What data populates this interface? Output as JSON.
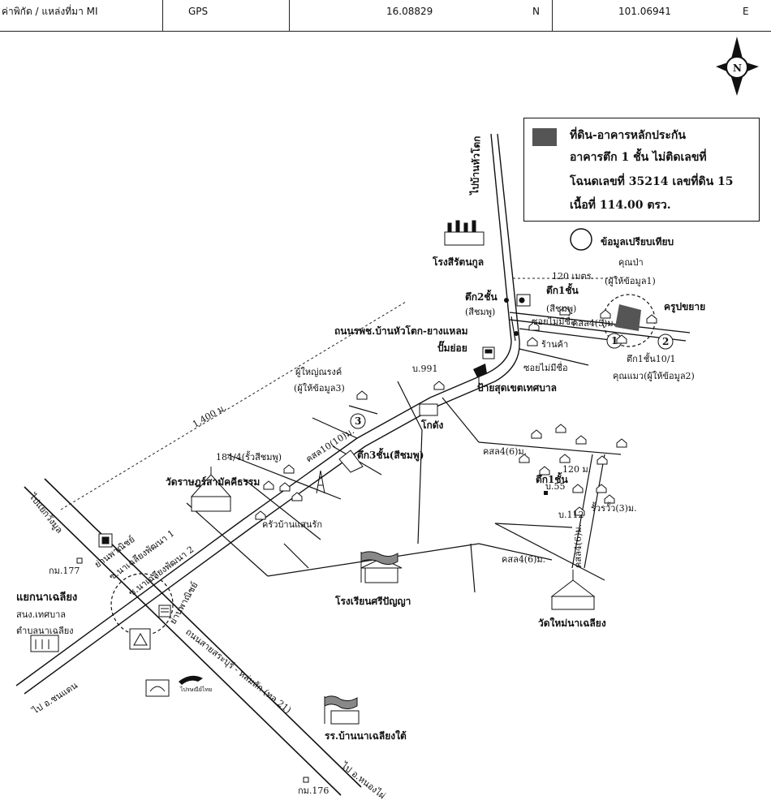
{
  "header": {
    "coord_label": "ค่าพิกัด / แหล่งที่มา MI",
    "source": "GPS",
    "latitude": "16.08829",
    "lat_dir": "N",
    "longitude": "101.06941",
    "lon_dir": "E"
  },
  "compass": {
    "letter": "N"
  },
  "legend": {
    "line1": "ที่ดิน-อาคารหลักประกัน",
    "line2": "อาคารตึก 1 ชั้น ไม่ติดเลขที่",
    "line3": "โฉนดเลขที่ 35214 เลขที่ดิน 15",
    "line4": "เนื้อที่ 114.00 ตรว.",
    "comparison": "ข้อมูลเปรียบเทียบ"
  },
  "labels": {
    "to_ban_hua_tok": "ไปบ้านหัวโตก",
    "factory": "โรงสีรัตนกูล",
    "road_main": "ถนนรพช.บ้านหัวโตก-ยางแหลม",
    "bldg2_floor": "ตึก2ชั้น",
    "pink1": "(สีชมพู)",
    "bldg1_floor": "ตึก1ชั้น",
    "pink2": "(สีชมพู)",
    "alley_unnamed1": "ซอยไม่มีชื่อ",
    "shop": "ร้านค้า",
    "alley_unnamed2": "ซอยไม่มีชื่อ",
    "gas_station": "ปั๊มย่อย",
    "municipal_sign": "ป้ายสุดเขตเทศบาล",
    "dist_120m": "120 เมตร.",
    "khun_pa": "คุณป่า",
    "informant1": "(ผู้ให้ข้อมูล1)",
    "teacher_house": "ครูปขยาย",
    "canal_5m": "คสล4(5)ม.",
    "bldg_10_1": "ตึก1ชั้น10/1",
    "informant2": "คุณแมว(ผู้ให้ข้อมูล2)",
    "num1": "1",
    "num2": "2",
    "num3": "3",
    "house_991": "บ.991",
    "warehouse": "โกดัง",
    "village_head": "ผู้ใหญ่ณรงค์",
    "informant3": "(ผู้ให้ข้อมูล3)",
    "dist_1400m": "1,400 ม.",
    "canal_10m": "คสล10(10)ม.",
    "bldg3_floor": "ตึก3ชั้น(สีชมพู)",
    "house_184": "184/4(รั้วสีชมพู)",
    "temple_rat": "วัดราษฎร์สามัคคีธรรม",
    "kitchen": "ครัวบ้านแสนรัก",
    "canal_6m_a": "คสล4(6)ม.",
    "dist_120_2": "120 ม.",
    "bldg1_floor_b": "ตึก1ชั้น",
    "house_55": "บ.55",
    "fence": "รั้วรวั้ว(3)ม.",
    "house_112": "บ.112",
    "canal_6m_b": "คสล4(6)ม.",
    "canal_6m_c": "คสล4(6)ม.",
    "wat_mai": "วัดใหม่นาเฉลียง",
    "school": "โรงเรียนศรีปัญญา",
    "to_kaeng_khro": "ไปแยกวังมูล",
    "commerce1": "ย่านพาณิชย์",
    "soi_pattana1": "ซ.นาเฉลียงพัฒนา 1",
    "soi_pattana2": "ซ.นาเฉลียงพัฒนา 2",
    "commerce2": "ย่านพาณิชย์",
    "km177": "กม.177",
    "intersection": "แยกนาเฉลียง",
    "office": "สนง.เทศบาล",
    "subdistrict": "ตำบลนาเฉลียง",
    "to_chon_daen": "ไป อ.ชนแดน",
    "highway": "ถนนสายสระบุรี - หล่มสัก (ทล.21)",
    "school2": "รร.บ้านนาเฉลียงใต้",
    "to_nong_phai": "ไป อ.หนองไผ่",
    "km176": "กม.176",
    "post_brand": "ไปรษณีย์ไทย"
  }
}
